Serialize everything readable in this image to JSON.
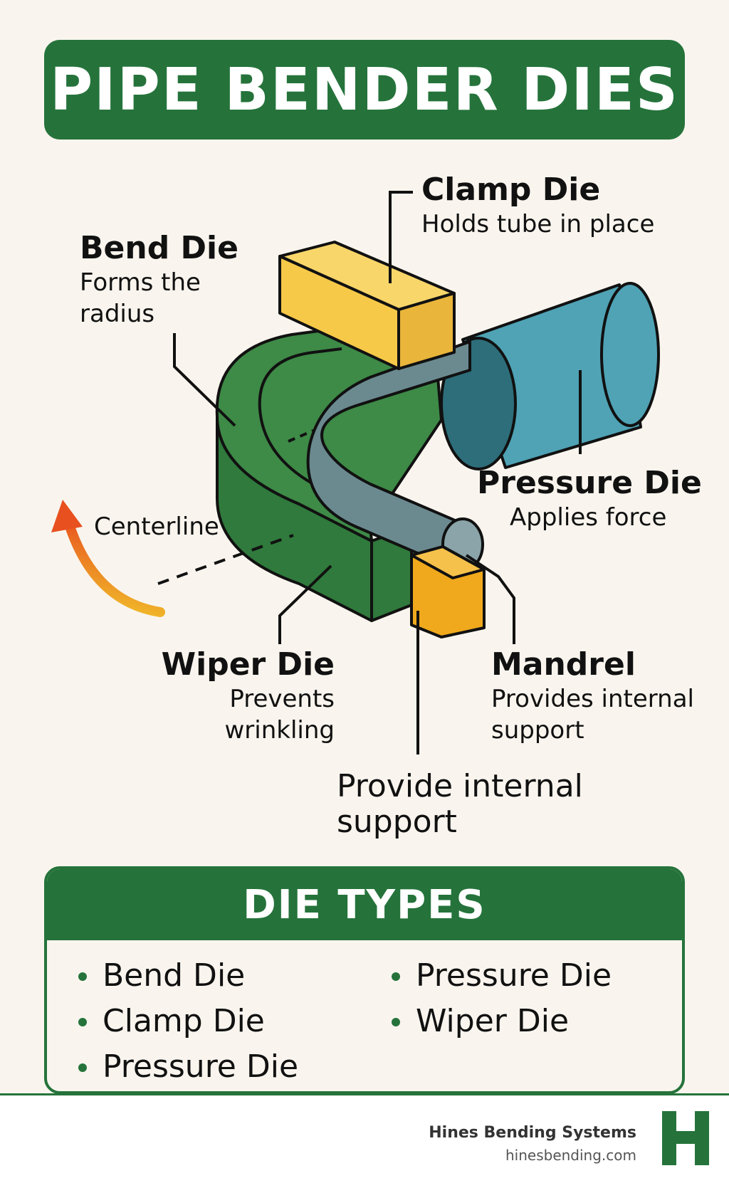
{
  "title": "PIPE BENDER DIES",
  "labels": {
    "clamp": {
      "name": "Clamp Die",
      "desc": "Holds tube in place"
    },
    "bend": {
      "name": "Bend Die",
      "desc1": "Forms the",
      "desc2": "radius"
    },
    "pressure": {
      "name": "Pressure Die",
      "desc": "Applies force"
    },
    "centerline": "Centerline",
    "wiper": {
      "name": "Wiper Die",
      "desc": "Prevents wrinkling"
    },
    "mandrel": {
      "name": "Mandrel",
      "desc1": "Provides internal",
      "desc2": "support"
    },
    "extra": {
      "line1": "Provide internal",
      "line2": "support"
    }
  },
  "die_types": {
    "heading": "DIE TYPES",
    "left": [
      "Bend Die",
      "Clamp Die",
      "Pressure Die"
    ],
    "right": [
      "Pressure Die",
      "Wiper Die"
    ]
  },
  "footer": {
    "company": "Hines Bending Systems",
    "url": "hinesbending.com",
    "logo_letter": "H"
  },
  "colors": {
    "green": "#25733b",
    "bend_die": "#3e8a47",
    "clamp_die": "#f7c948",
    "pressure_die": "#4fa3b5",
    "mandrel": "#6b8a90",
    "wiper_die": "#f0a91c",
    "arrow_start": "#e8501f",
    "arrow_end": "#f1c52b"
  }
}
